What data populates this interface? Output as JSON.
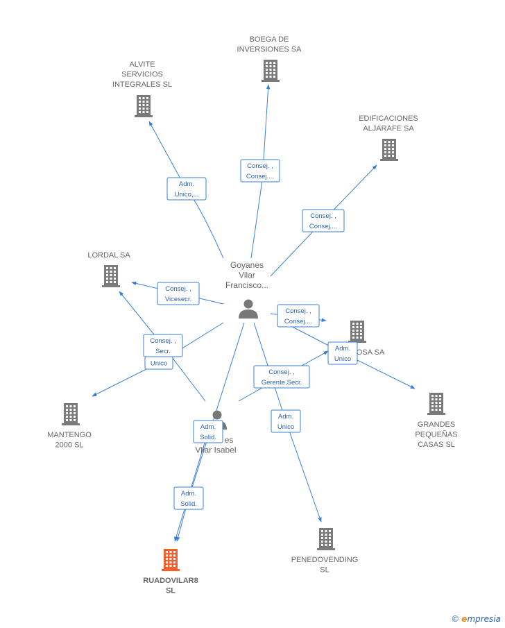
{
  "colors": {
    "edge": "#3a7fd5",
    "company": "#7a7a7a",
    "highlight": "#f2612d",
    "person": "#777777"
  },
  "companies": [
    {
      "id": "boega",
      "lines": [
        "BOEGA DE",
        "INVERSIONES SA"
      ],
      "icon": "building-icon",
      "highlight": false
    },
    {
      "id": "alvite",
      "lines": [
        "ALVITE",
        "SERVICIOS",
        "INTEGRALES SL"
      ],
      "icon": "building-icon",
      "highlight": false
    },
    {
      "id": "edificaciones",
      "lines": [
        "EDIFICACIONES",
        "ALJARAFE SA"
      ],
      "icon": "building-icon",
      "highlight": false
    },
    {
      "id": "lordal",
      "lines": [
        "LORDAL SA"
      ],
      "icon": "building-icon",
      "highlight": false
    },
    {
      "id": "osa",
      "lines": [
        "OSA SA"
      ],
      "icon": "building-icon",
      "highlight": false
    },
    {
      "id": "grandes",
      "lines": [
        "GRANDES",
        "PEQUEÑAS",
        "CASAS SL"
      ],
      "icon": "building-icon",
      "highlight": false
    },
    {
      "id": "mantengo",
      "lines": [
        "MANTENGO",
        "2000 SL"
      ],
      "icon": "building-icon",
      "highlight": false
    },
    {
      "id": "penedovending",
      "lines": [
        "PENEDOVENDING",
        "SL"
      ],
      "icon": "building-icon",
      "highlight": false
    },
    {
      "id": "ruadovilar",
      "lines": [
        "RUADOVILAR8",
        "SL"
      ],
      "icon": "building-icon",
      "highlight": true
    }
  ],
  "persons": [
    {
      "id": "goyanes",
      "lines": [
        "Goyanes",
        "Vilar",
        "Francisco..."
      ],
      "icon": "person-icon"
    },
    {
      "id": "isabel",
      "lines": [
        "es",
        "Vilar Isabel"
      ],
      "icon": "person-icon"
    }
  ],
  "relations": [
    {
      "id": "goyanes-boega",
      "lines": [
        "Consej. ,",
        "Consej...."
      ]
    },
    {
      "id": "goyanes-alvite",
      "lines": [
        "Adm.",
        "Unico,..."
      ]
    },
    {
      "id": "goyanes-edificaciones",
      "lines": [
        "Consej. ,",
        "Consej...."
      ]
    },
    {
      "id": "goyanes-lordal",
      "lines": [
        "Consej. ,",
        "Vicesecr."
      ]
    },
    {
      "id": "goyanes-osa",
      "lines": [
        "Consej. ,",
        "Consej...."
      ]
    },
    {
      "id": "goyanes-grandes",
      "lines": [
        "Adm.",
        "Unico"
      ]
    },
    {
      "id": "isabel-lordal",
      "lines": [
        "Consej. ,",
        "Secr."
      ]
    },
    {
      "id": "goyanes-mantengo",
      "lines": [
        "Unico"
      ]
    },
    {
      "id": "isabel-osa",
      "lines": [
        "Consej. ,",
        "Gerente,Secr."
      ]
    },
    {
      "id": "goyanes-penedovending",
      "lines": [
        "Adm.",
        "Unico"
      ]
    },
    {
      "id": "isabel-ruadovilar",
      "lines": [
        "Adm.",
        "Solid."
      ]
    },
    {
      "id": "goyanes-ruadovilar",
      "lines": [
        "Adm.",
        "Solid."
      ]
    }
  ],
  "footer": {
    "copyright": "©",
    "brand_initial": "e",
    "brand_rest": "mpresia"
  }
}
